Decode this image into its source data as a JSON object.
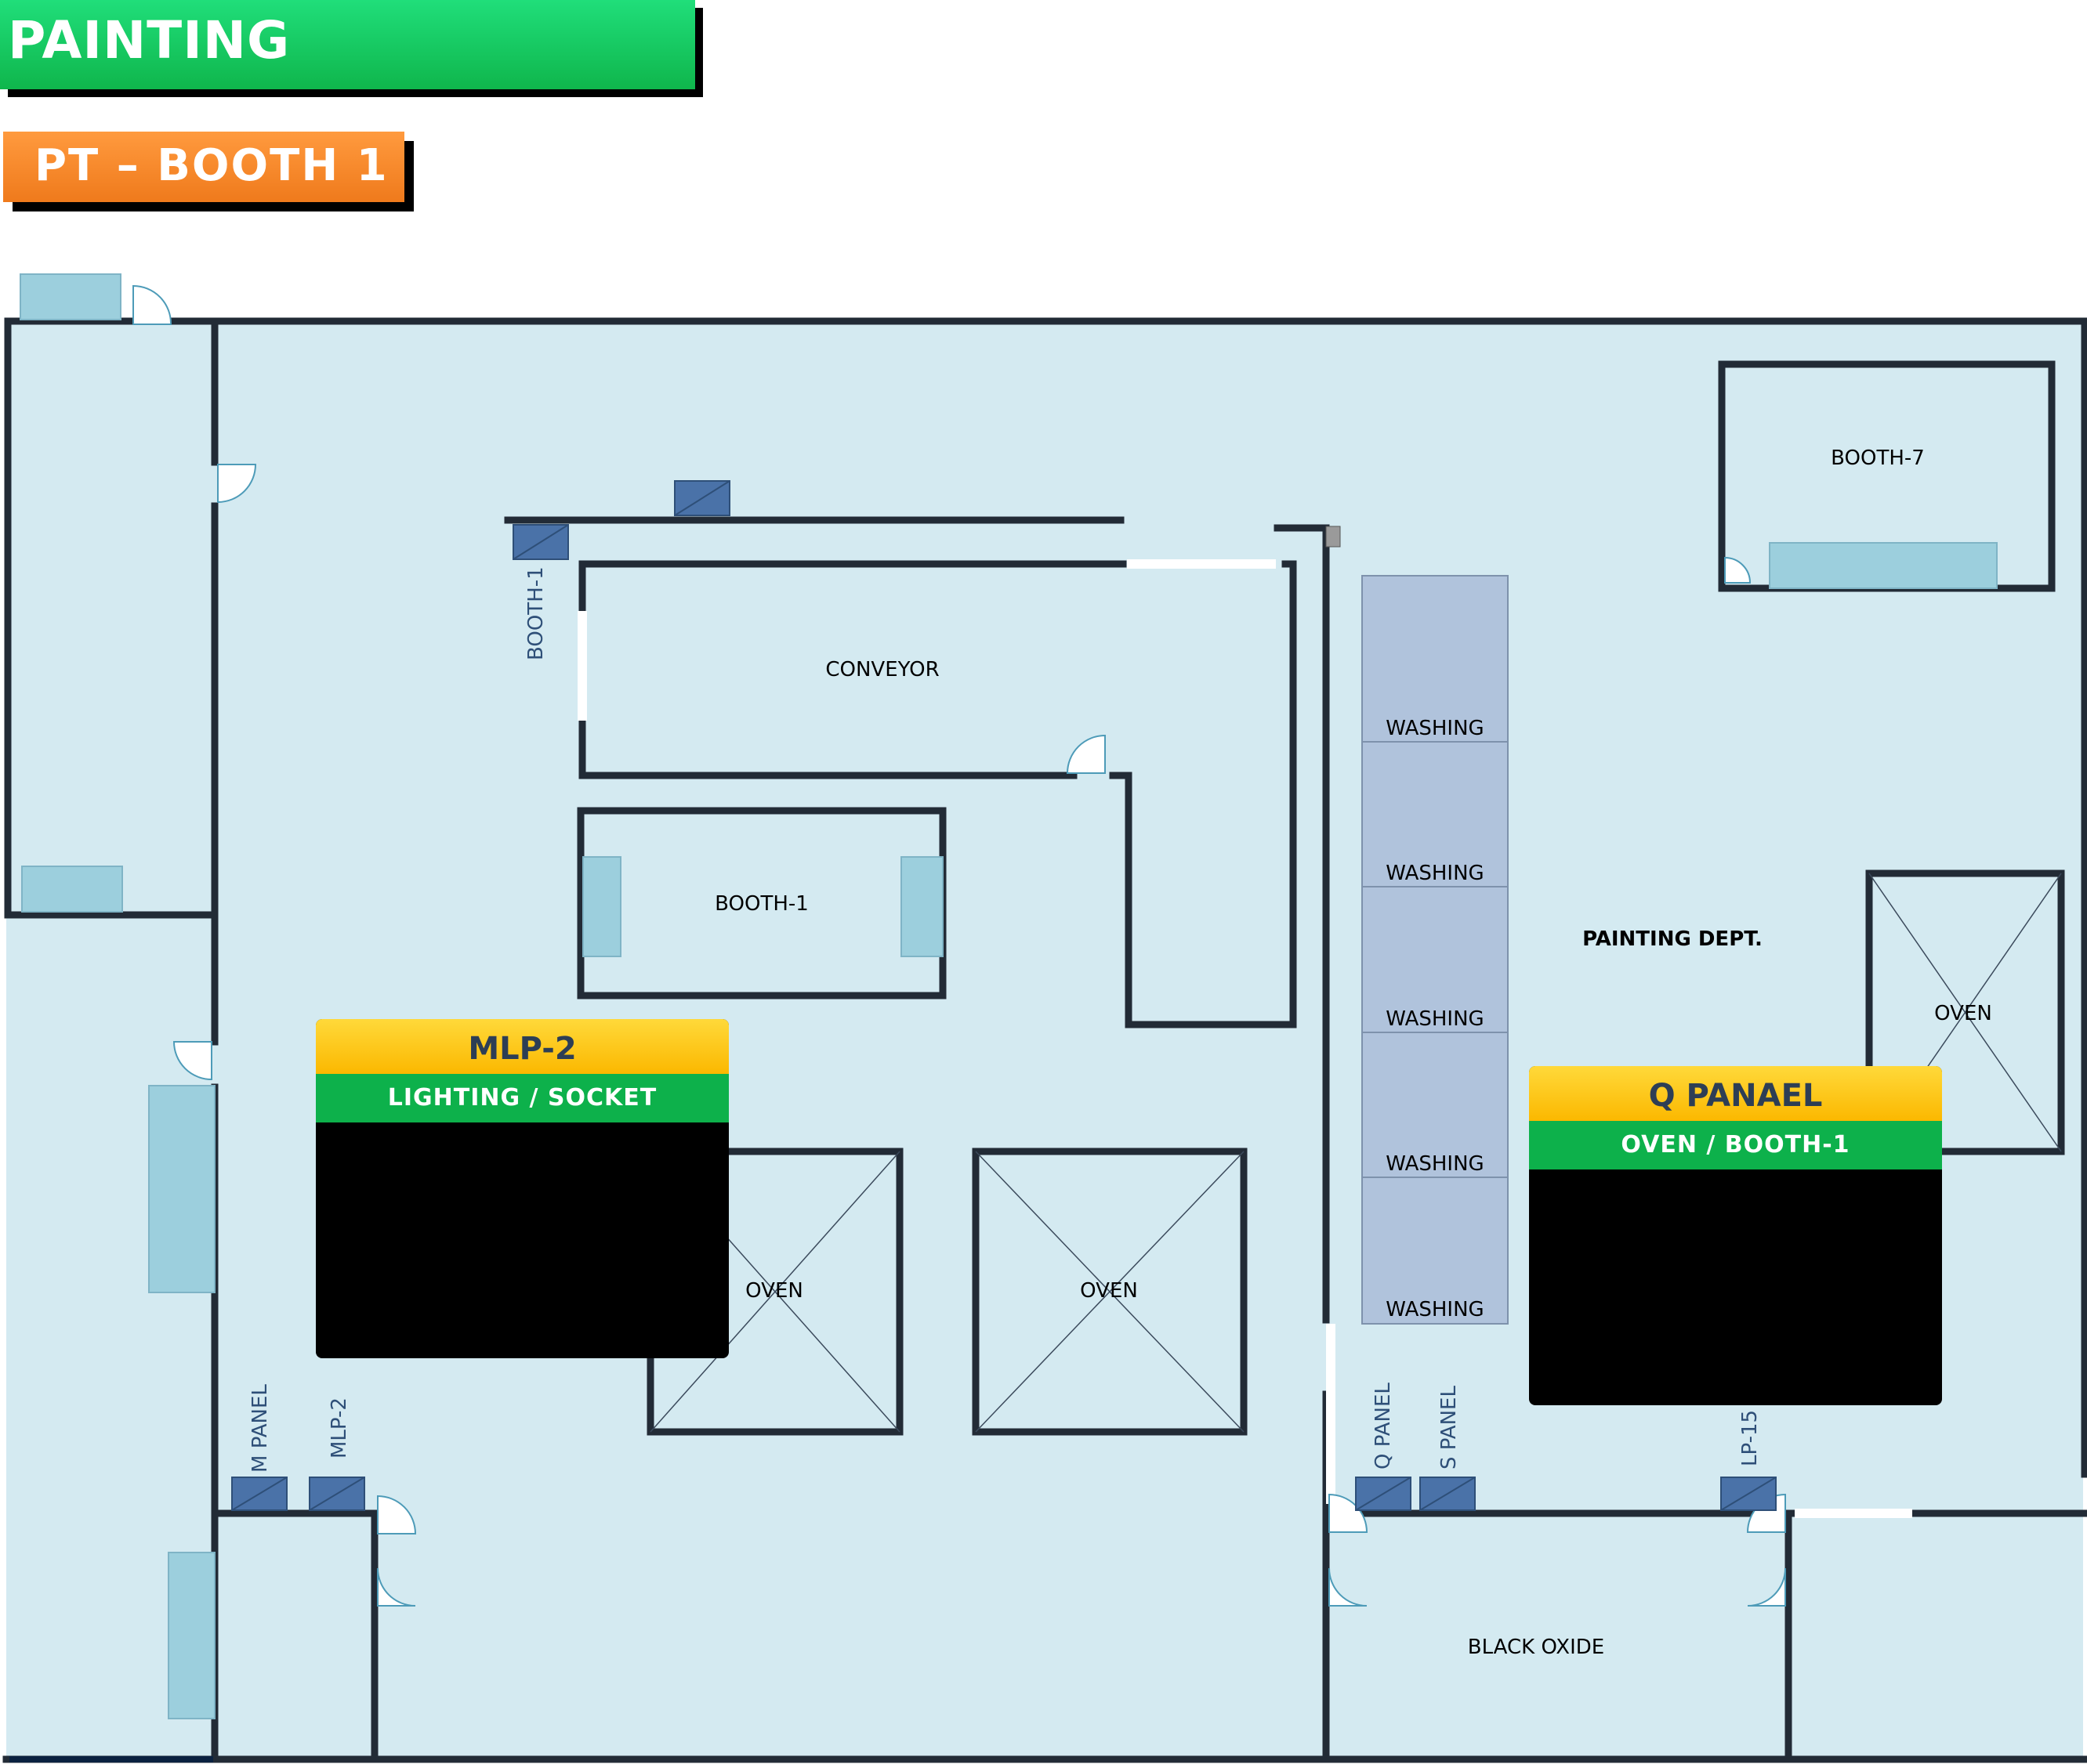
{
  "header": {
    "title": "PAINTING DEPARTMENT",
    "subtitle": "PT – BOOTH 1"
  },
  "rooms": {
    "booth7": "BOOTH-7",
    "conveyor": "CONVEYOR",
    "booth1": "BOOTH-1",
    "painting_dept": "PAINTING DEPT.",
    "oven_right": "OVEN",
    "oven_center": "OVEN",
    "oven_left": "OVEN",
    "black_oxide": "BLACK OXIDE"
  },
  "washing": [
    "WASHING",
    "WASHING",
    "WASHING",
    "WASHING",
    "WASHING"
  ],
  "panels": {
    "booth1_panel": "BOOTH-1",
    "m_panel": "M PANEL",
    "mlp2_panel": "MLP-2",
    "q_panel": "Q PANEL",
    "s_panel": "S PANEL",
    "lp15_panel": "LP-15"
  },
  "cards": {
    "mlp2": {
      "title": "MLP-2",
      "subtitle": "LIGHTING / SOCKET"
    },
    "qpanel": {
      "title": "Q PANAEL",
      "subtitle": "OVEN / BOOTH-1"
    }
  },
  "colors": {
    "floor": "#d4eaf1",
    "wall": "#222b36",
    "washing": "#b0c3dc",
    "panel": "#4a72a8",
    "title_green": "#0fb64c",
    "subtitle_orange": "#ef7a1c",
    "card_yellow": "#fbb800",
    "card_green": "#0db14b"
  }
}
